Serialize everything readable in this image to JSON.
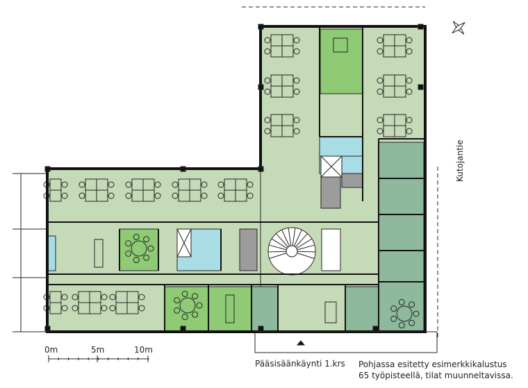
{
  "plan": {
    "street_label": "Kutojantie",
    "entrance_label": "Pääsisäänkäynti 1.krs",
    "caption_lines": [
      "Pohjassa esitetty esimerkkikalustus",
      "65 työpisteellä, tilat muunneltavissa."
    ],
    "scale_bar": {
      "ticks": [
        "0m",
        "5m",
        "10m"
      ]
    },
    "compass_icon": "north-arrow-icon"
  },
  "colors": {
    "open_office": "#c5dbb7",
    "meeting_room": "#8fcb74",
    "private_office": "#8fb99d",
    "wc": "#a8dde6",
    "service": "#9c9c9c",
    "wall": "#111111"
  }
}
